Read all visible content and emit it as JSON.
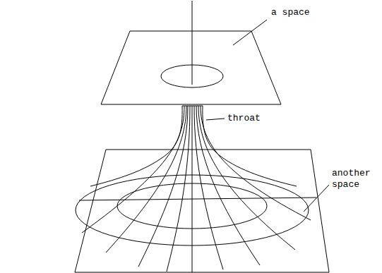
{
  "diagram": {
    "labels": [
      "a space",
      "throat",
      "another space"
    ]
  }
}
